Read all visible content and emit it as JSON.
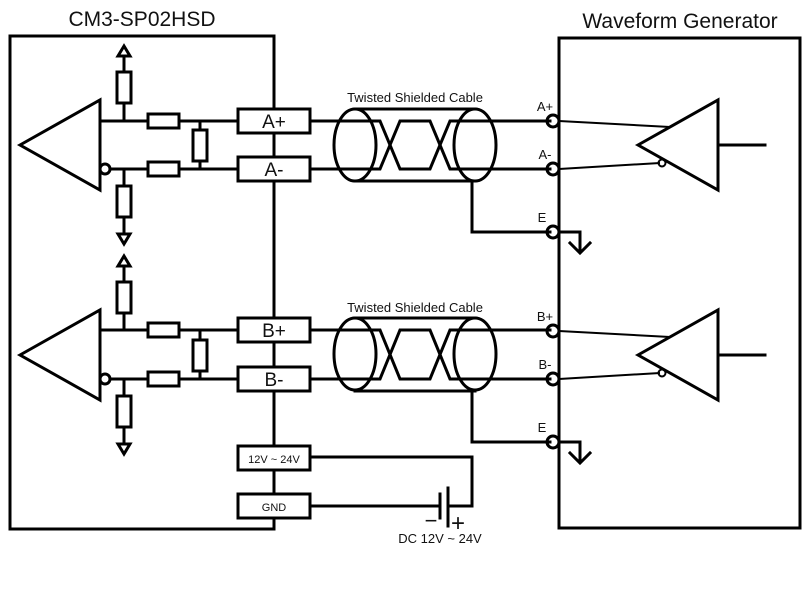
{
  "diagram": {
    "left_device": {
      "title": "CM3-SP02HSD",
      "terminals": [
        "A+",
        "A-",
        "B+",
        "B-"
      ],
      "power_terminals": [
        "12V ~ 24V",
        "GND"
      ]
    },
    "right_device": {
      "title": "Waveform Generator",
      "channel_a": {
        "pos": "A+",
        "neg": "A-",
        "earth": "E"
      },
      "channel_b": {
        "pos": "B+",
        "neg": "B-",
        "earth": "E"
      }
    },
    "cables": [
      {
        "label": "Twisted Shielded Cable",
        "channel": "A"
      },
      {
        "label": "Twisted Shielded Cable",
        "channel": "B"
      }
    ],
    "power_supply": {
      "label": "DC 12V ~ 24V",
      "minus": "−",
      "plus": "+"
    }
  }
}
